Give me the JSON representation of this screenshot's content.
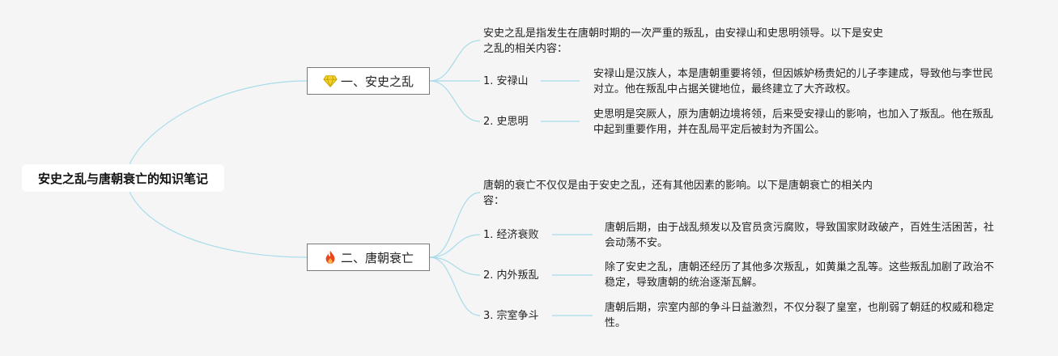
{
  "root": {
    "title": "安史之乱与唐朝衰亡的知识笔记"
  },
  "branches": [
    {
      "icon": "gem-icon",
      "title": "一、安史之乱",
      "intro": "安史之乱是指发生在唐朝时期的一次严重的叛乱，由安禄山和史思明领导。以下是安史之乱的相关内容：",
      "items": [
        {
          "label": "1. 安禄山",
          "desc": "安禄山是汉族人，本是唐朝重要将领，但因嫉妒杨贵妃的儿子李建成，导致他与李世民对立。他在叛乱中占据关键地位，最终建立了大齐政权。"
        },
        {
          "label": "2. 史思明",
          "desc": "史思明是突厥人，原为唐朝边境将领，后来受安禄山的影响，也加入了叛乱。他在叛乱中起到重要作用，并在乱局平定后被封为齐国公。"
        }
      ]
    },
    {
      "icon": "fire-icon",
      "title": "二、唐朝衰亡",
      "intro": "唐朝的衰亡不仅仅是由于安史之乱，还有其他因素的影响。以下是唐朝衰亡的相关内容：",
      "items": [
        {
          "label": "1. 经济衰败",
          "desc": "唐朝后期，由于战乱频发以及官员贪污腐败，导致国家财政破产，百姓生活困苦，社会动荡不安。"
        },
        {
          "label": "2. 内外叛乱",
          "desc": "除了安史之乱，唐朝还经历了其他多次叛乱，如黄巢之乱等。这些叛乱加剧了政治不稳定，导致唐朝的统治逐渐瓦解。"
        },
        {
          "label": "3. 宗室争斗",
          "desc": "唐朝后期，宗室内部的争斗日益激烈，不仅分裂了皇室，也削弱了朝廷的权威和稳定性。"
        }
      ]
    }
  ],
  "colors": {
    "link": "#a9dcea",
    "background": "#f5f5f5",
    "gem": "#f2d22e",
    "fire": "#e8461e"
  }
}
